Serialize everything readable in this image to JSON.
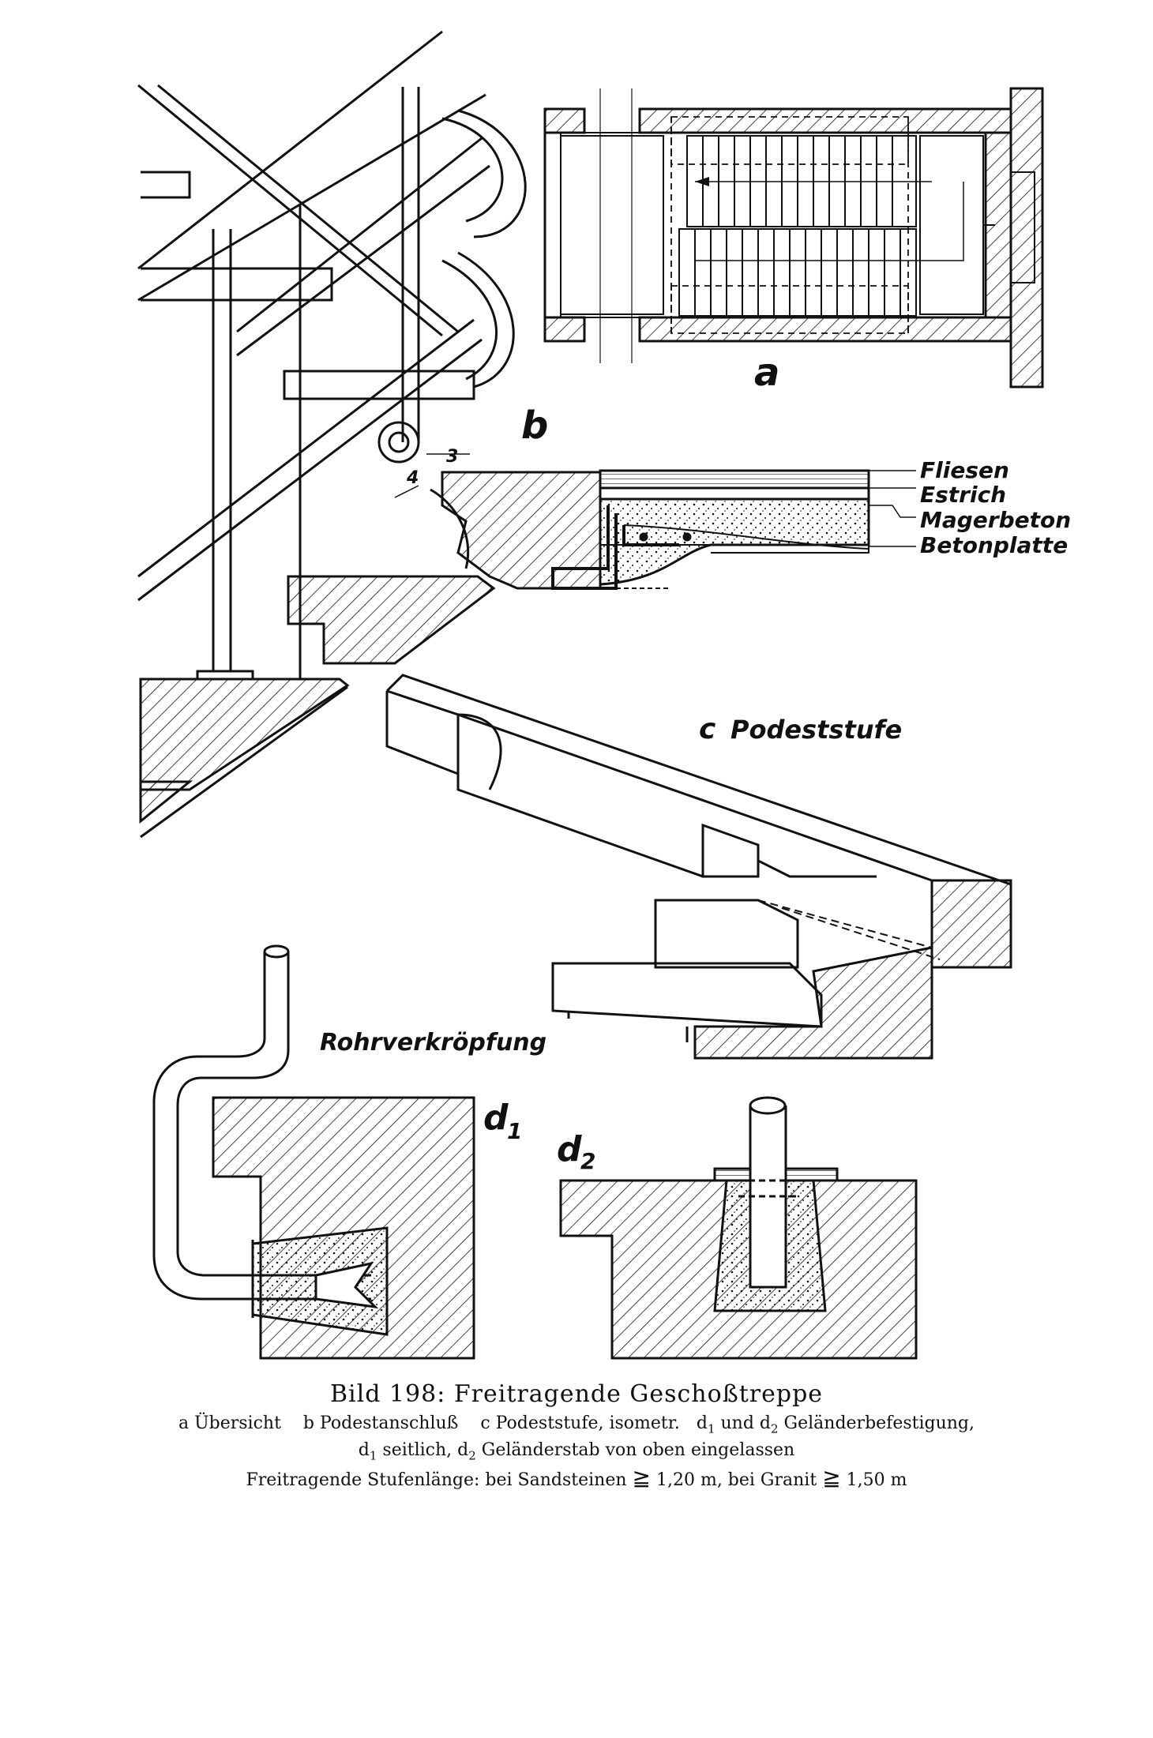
{
  "labels": {
    "a": "a",
    "b": "b",
    "c": "c",
    "c_title": "Podeststufe",
    "d1": "d",
    "d1_sub": "1",
    "d2": "d",
    "d2_sub": "2",
    "rohr": "Rohrverkröpfung",
    "dim3": "3",
    "dim4": "4"
  },
  "layers": [
    "Fliesen",
    "Estrich",
    "Magerbeton",
    "Betonplatte"
  ],
  "caption": {
    "title": "Bild 198:  Freitragende Geschoßtreppe",
    "line1": {
      "a": "a Übersicht",
      "b": "b Podestanschluß",
      "c": "c Podeststufe, isometr.",
      "d_pre": "d",
      "d_sub1": "1",
      "d_mid": " und d",
      "d_sub2": "2",
      "d_post": " Geländerbefestigung,"
    },
    "line2": {
      "d_pre": "d",
      "d_sub1": "1",
      "mid": " seitlich, d",
      "d_sub2": "2",
      "post": " Geländerstab von oben eingelassen"
    },
    "line3": {
      "pre": "Freitragende Stufenlänge:  bei Sandsteinen ",
      "geq1": "≧",
      "v1": " 1,20 m,  bei Granit ",
      "geq2": "≧",
      "v2": " 1,50 m"
    }
  }
}
